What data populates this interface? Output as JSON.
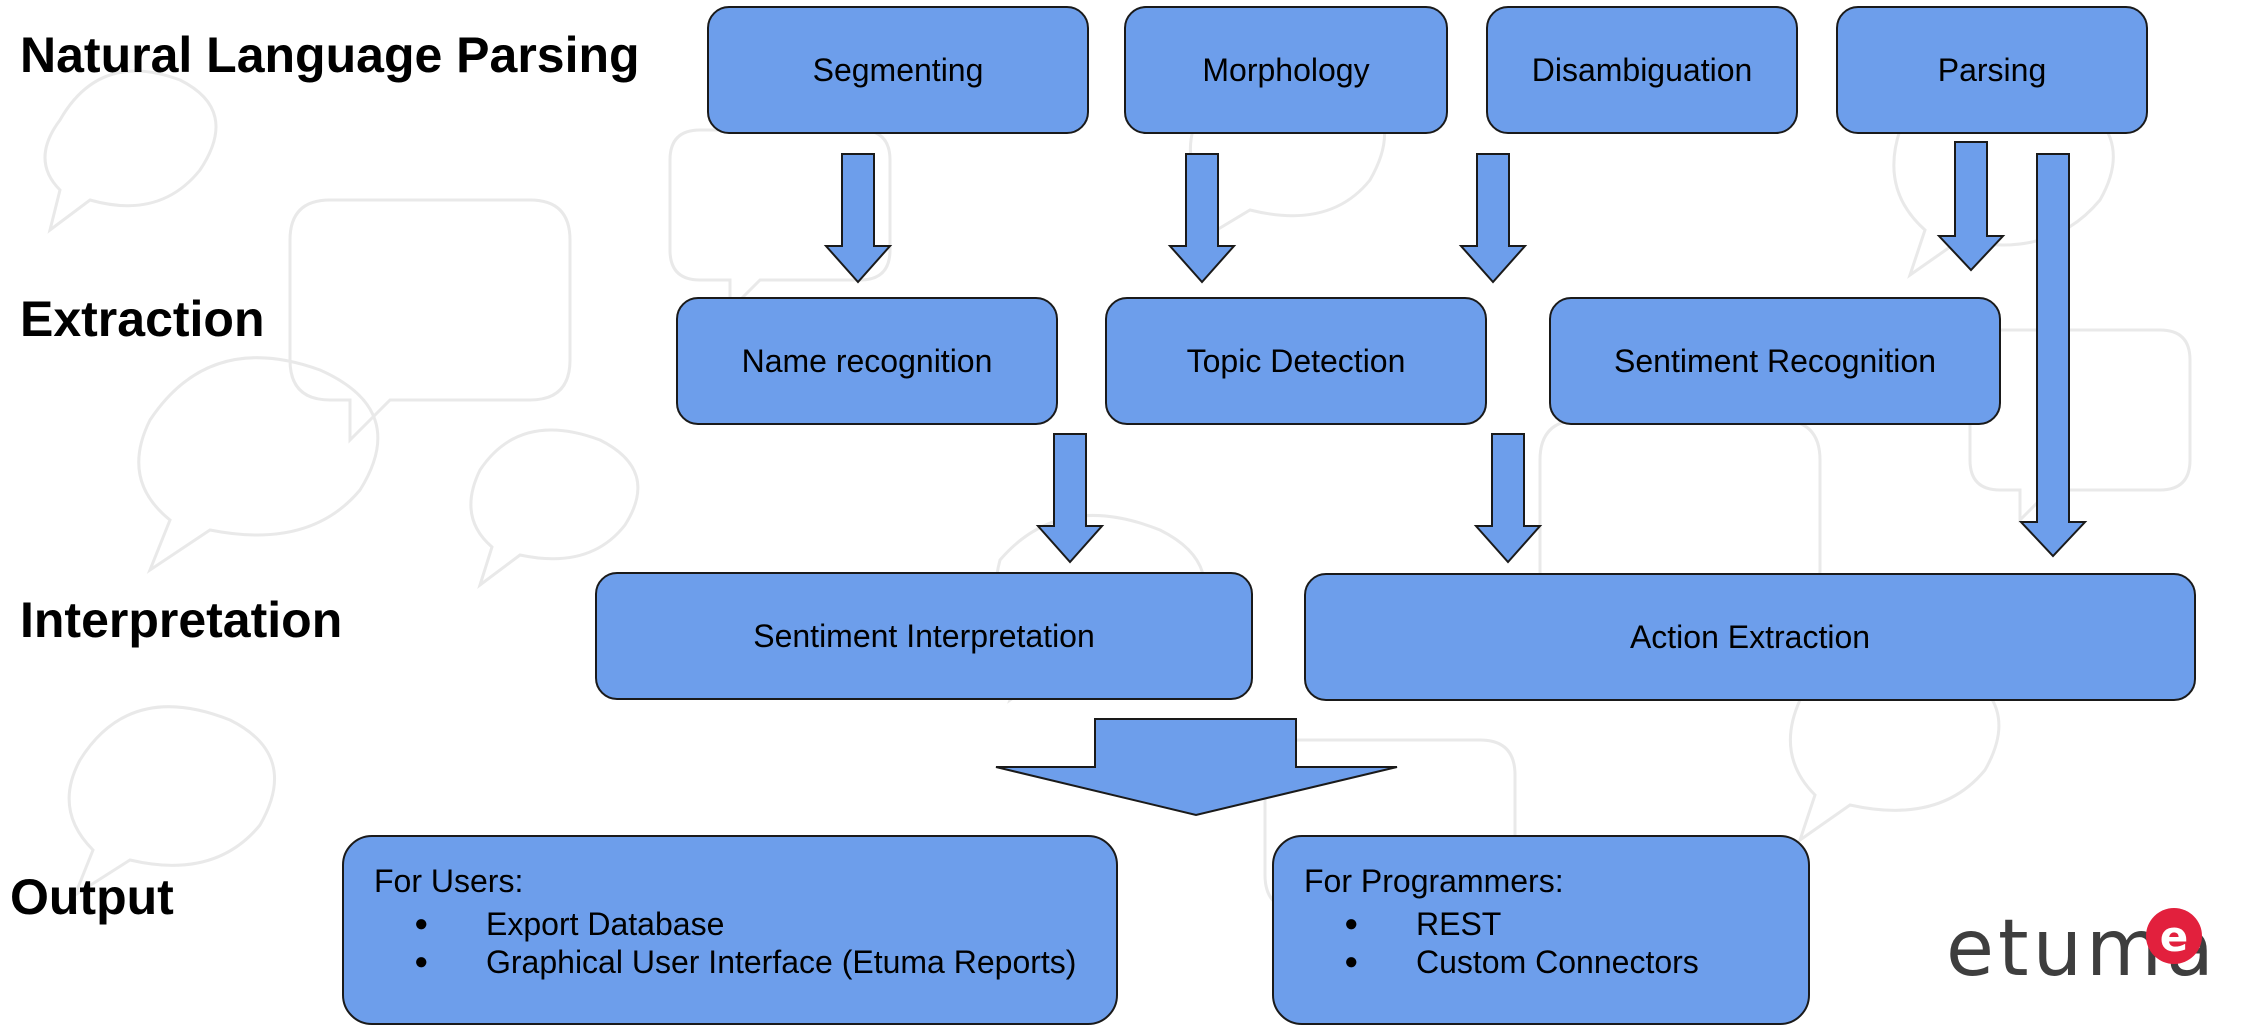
{
  "stages": {
    "parsing": "Natural Language Parsing",
    "extraction": "Extraction",
    "interpretation": "Interpretation",
    "output": "Output"
  },
  "parsing_steps": {
    "segmenting": "Segmenting",
    "morphology": "Morphology",
    "disambiguation": "Disambiguation",
    "parsing": "Parsing"
  },
  "extraction_steps": {
    "name_recognition": "Name recognition",
    "topic_detection": "Topic Detection",
    "sentiment_recognition": "Sentiment Recognition"
  },
  "interpretation_steps": {
    "sentiment_interpretation": "Sentiment Interpretation",
    "action_extraction": "Action Extraction"
  },
  "outputs": {
    "users": {
      "heading": "For Users:",
      "bullet": "●",
      "items": [
        "Export Database",
        "Graphical User Interface (Etuma Reports)"
      ]
    },
    "programmers": {
      "heading": "For Programmers:",
      "bullet": "●",
      "items": [
        "REST",
        "Custom Connectors"
      ]
    }
  },
  "logo": {
    "text": "etuma",
    "badge": "e",
    "badge_color": "#e2203d"
  },
  "colors": {
    "box_fill": "#6d9eeb",
    "box_border": "#1a1a1a"
  }
}
